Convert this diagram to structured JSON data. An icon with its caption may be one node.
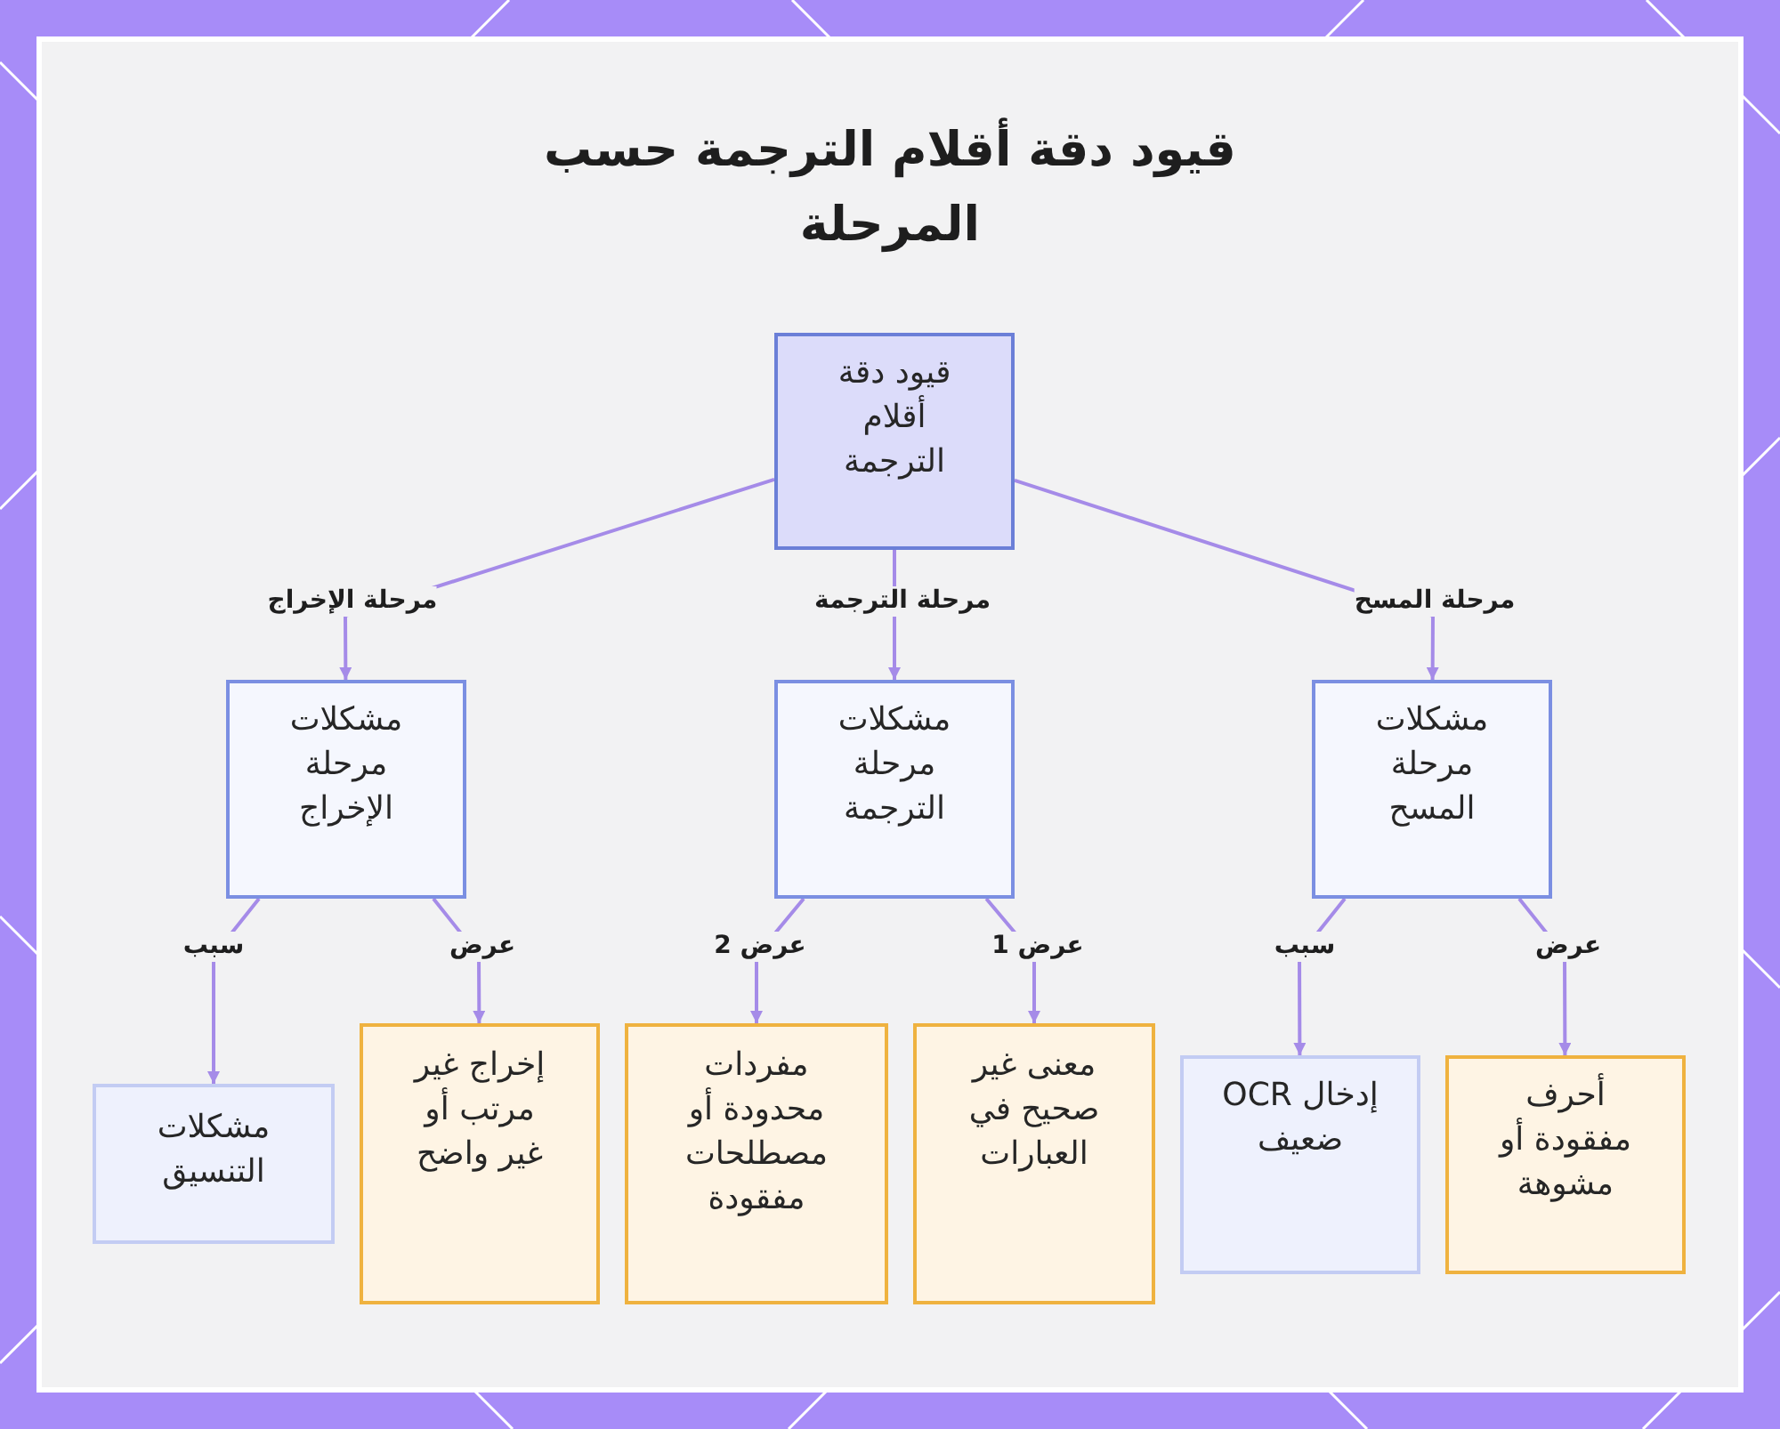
{
  "diagram": {
    "title": "قيود دقة أقلام الترجمة حسب المرحلة",
    "nodes": [
      {
        "text": [
          "قيود دقة أقلام الترجمة"
        ]
      },
      {
        "text": [
          "مشكلات مرحلة المسح"
        ]
      },
      {
        "text": [
          "مشكلات مرحلة الترجمة"
        ]
      },
      {
        "text": [
          "مشكلات مرحلة الإخراج"
        ]
      },
      {
        "text": [
          "أحرف مفقودة أو مشوهة"
        ]
      },
      {
        "text": [
          "إدخال OCR ضعيف"
        ]
      },
      {
        "text": [
          "معنى غير صحيح في العبارات"
        ]
      },
      {
        "text": [
          "مفردات محدودة أو مصطلحات مفقودة"
        ]
      },
      {
        "text": [
          "إخراج غير مرتب أو غير واضح"
        ]
      },
      {
        "text": [
          "مشكلات التنسيق"
        ]
      }
    ],
    "edges": [
      {
        "from": 0,
        "to": 1,
        "arrow": "to",
        "label": "مرحلة المسح"
      },
      {
        "from": 0,
        "to": 2,
        "arrow": "to",
        "label": "مرحلة الترجمة"
      },
      {
        "from": 0,
        "to": 3,
        "arrow": "to",
        "label": "مرحلة الإخراج"
      },
      {
        "from": 1,
        "to": 4,
        "arrow": "to",
        "label": "عرض"
      },
      {
        "from": 1,
        "to": 5,
        "arrow": "to",
        "label": "سبب"
      },
      {
        "from": 2,
        "to": 6,
        "arrow": "to",
        "label": "عرض 1"
      },
      {
        "from": 2,
        "to": 7,
        "arrow": "to",
        "label": "عرض 2"
      },
      {
        "from": 3,
        "to": 8,
        "arrow": "to",
        "label": "عرض"
      },
      {
        "from": 3,
        "to": 9,
        "arrow": "to",
        "label": "سبب"
      }
    ]
  }
}
